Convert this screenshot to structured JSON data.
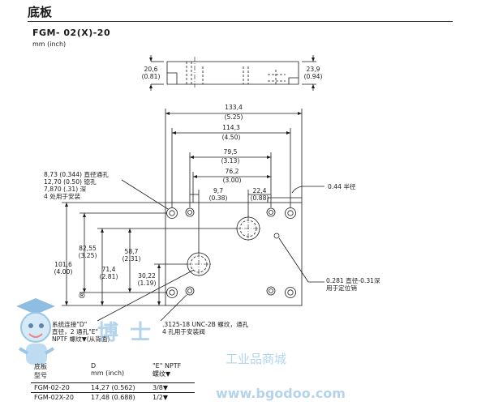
{
  "page": {
    "title": "底板",
    "model": "FGM- 02(X)-20",
    "units": "mm (inch)"
  },
  "side_view": {
    "height_left": {
      "value": "20,6",
      "inch": "(0.81)"
    },
    "height_right": {
      "value": "23,9",
      "inch": "(0.94)"
    }
  },
  "plan_dims": {
    "d1334": {
      "value": "133,4",
      "inch": "(5.25)"
    },
    "d1143": {
      "value": "114,3",
      "inch": "(4.50)"
    },
    "d795": {
      "value": "79,5",
      "inch": "(3.13)"
    },
    "d762": {
      "value": "76,2",
      "inch": "(3.00)"
    },
    "d97": {
      "value": "9,7",
      "inch": "(0.38)"
    },
    "d224": {
      "value": "22,4",
      "inch": "(0.88)"
    },
    "d1016": {
      "value": "101,6",
      "inch": "(4.00)"
    },
    "d8255": {
      "value": "82,55",
      "inch": "(3.25)"
    },
    "d714": {
      "value": "71,4",
      "inch": "(2.81)"
    },
    "d587": {
      "value": "58,7",
      "inch": "(2.31)"
    },
    "d3022": {
      "value": "30,22",
      "inch": "(1.19)"
    }
  },
  "notes": {
    "mount_holes": [
      "8,73 (0.344) 直径通孔",
      "12,70 (0.50) 锪孔",
      "7,870 (.31) 深",
      "4 处用于安装"
    ],
    "radius": "0.44 半径",
    "locating_pin": [
      "0.281 直径-0.31深",
      "用于定位销"
    ],
    "system_port": [
      "系统连接\"D\"",
      "直径，2 通孔\"E\"",
      "NPTF 螺纹▼(从背面)"
    ],
    "valve_bolts": [
      ".3125-18 UNC-2B 螺纹，通孔",
      "4 孔用于安装阀"
    ],
    "registered": "®"
  },
  "table": {
    "headers": [
      "底板\n型号",
      "D\nmm (inch)",
      "\"E\" NPTF\n螺纹▼"
    ],
    "rows": [
      [
        "FGM-02-20",
        "14,27 (0.562)",
        "3/8▼"
      ],
      [
        "FGM-02X-20",
        "17,48 (0.688)",
        "1/2▼"
      ]
    ]
  },
  "watermark": {
    "text1": "博士",
    "text2": "工业品商城",
    "text3": "www.bgodoo.com"
  }
}
